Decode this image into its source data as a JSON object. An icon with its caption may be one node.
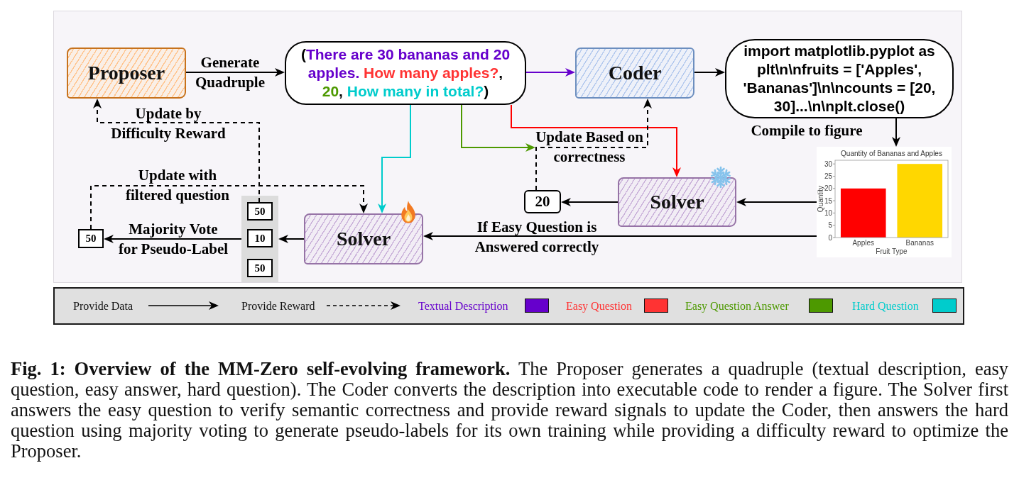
{
  "diagram": {
    "caption": "**Fig. 1: Overview of the MM-Zero self-evolving framework.** The Proposer generates a quadruple (textual description, easy question, easy answer, hard question). The Coder converts the description into executable code to render a figure. The Solver first answers the easy question to verify semantic correctness and provide reward signals to update the Coder, then answers the hard question using majority voting to generate pseudo-labels for its own training while providing a difficulty reward to optimize the Proposer.",
    "nodes": [
      {
        "text": [
          "Proposer"
        ]
      },
      {
        "text": [
          "(There are 30 bananas and 20 apples.",
          "How many apples?,",
          "20,",
          "How many in total?)"
        ]
      },
      {
        "text": [
          "Coder"
        ]
      },
      {
        "text": [
          "import matplotlib.pyplot as plt\\n\\nfruits = ['Apples', 'Bananas']\\n\\ncounts = [20, 30]...\\n\\nplt.close()"
        ]
      },
      {
        "text": [],
        "shape": "picture"
      },
      {
        "text": [
          "Solver"
        ]
      },
      {
        "text": [
          "20"
        ]
      },
      {
        "text": [
          "Solver"
        ]
      },
      {
        "text": [],
        "shape": "box"
      },
      {
        "text": [
          "50"
        ],
        "in": 8
      },
      {
        "text": [
          "10"
        ],
        "in": 8
      },
      {
        "text": [
          "50"
        ],
        "in": 8
      },
      {
        "text": [
          "50"
        ]
      }
    ],
    "edges": [
      {
        "from": 0,
        "to": 1,
        "arrow": "to",
        "label": "Generate Quadruple"
      },
      {
        "from": 1,
        "to": 2,
        "arrow": "to",
        "color": "#6600cc"
      },
      {
        "from": 2,
        "to": 3,
        "arrow": "to"
      },
      {
        "from": 3,
        "to": 4,
        "arrow": "to",
        "label": "Compile to figure"
      },
      {
        "from": 4,
        "to": 5,
        "arrow": "to"
      },
      {
        "from": 4,
        "to": 7,
        "arrow": "to",
        "label": "If Easy Question is Answered correctly"
      },
      {
        "from": 1,
        "to": 5,
        "arrow": "to",
        "color": "#ff0000"
      },
      {
        "from": 1,
        "to": null,
        "arrow": "to",
        "color": "#4d9900"
      },
      {
        "from": 6,
        "to": 2,
        "arrow": "to",
        "style": "dashed",
        "label": "Update Based on correctness"
      },
      {
        "from": 5,
        "to": 6,
        "arrow": "to"
      },
      {
        "from": 1,
        "to": 7,
        "arrow": "to",
        "color": "#00cccc"
      },
      {
        "from": 7,
        "to": 8,
        "arrow": "to"
      },
      {
        "from": 8,
        "to": 12,
        "arrow": "to",
        "label": "Majority Vote for Pseudo-Label"
      },
      {
        "from": 9,
        "to": 0,
        "arrow": "to",
        "style": "dashed",
        "label": "Update by Difficulty Reward"
      },
      {
        "from": 12,
        "to": 7,
        "arrow": "to",
        "style": "dashed",
        "label": "Update with filtered question"
      }
    ],
    "legend": [
      {
        "text": "Provide Data"
      },
      {
        "text": "Provide Reward"
      },
      {
        "text": "Textual Description",
        "color": "#6600cc"
      },
      {
        "text": "Easy Question",
        "color": "#ff3333"
      },
      {
        "text": "Easy Question Answer",
        "color": "#4d9900"
      },
      {
        "text": "Hard Question",
        "color": "#00cccc"
      }
    ],
    "chart_data": {
      "type": "bar",
      "title": "Quantity of Bananas and Apples",
      "xlabel": "Fruit Type",
      "ylabel": "Quantity",
      "categories": [
        "Apples",
        "Bananas"
      ],
      "series": [
        {
          "color": "#ff0000",
          "values": [
            20,
            null
          ]
        },
        {
          "color": "#ffd700",
          "values": [
            null,
            30
          ]
        }
      ],
      "stacked": true,
      "ylim": [
        0,
        31.5
      ],
      "yticks": [
        0,
        5,
        10,
        15,
        20,
        25,
        30
      ]
    }
  }
}
